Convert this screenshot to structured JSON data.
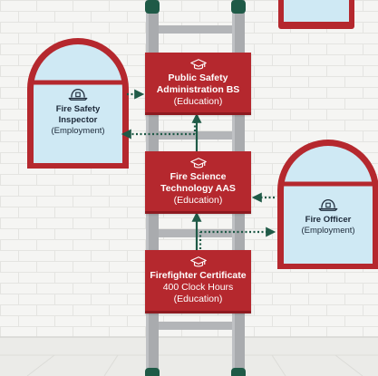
{
  "colors": {
    "wall": "#f5f5f3",
    "brick_line": "#e2e2df",
    "ladder": "#a9abae",
    "ladder_cap": "#1f5a47",
    "box_red": "#b5282e",
    "window_frame": "#b5282e",
    "window_glass": "#cfe9f4",
    "arrow": "#1f5a47",
    "floor": "#ebebe8"
  },
  "education": [
    {
      "title": "Public Safety Administration BS",
      "title_lines": [
        "Public Safety",
        "Administration BS"
      ],
      "sub_lines": [
        "(Education)"
      ],
      "icon": "graduation-cap-icon"
    },
    {
      "title": "Fire Science Technology AAS",
      "title_lines": [
        "Fire Science",
        "Technology AAS"
      ],
      "sub_lines": [
        "(Education)"
      ],
      "icon": "graduation-cap-icon"
    },
    {
      "title": "Firefighter Certificate",
      "title_lines": [
        "Firefighter Certificate"
      ],
      "sub_lines": [
        "400 Clock Hours",
        "(Education)"
      ],
      "icon": "graduation-cap-icon"
    }
  ],
  "employment": [
    {
      "title_lines": [
        "Fire Safety",
        "Inspector"
      ],
      "sub_lines": [
        "(Employment)"
      ],
      "icon": "firefighter-helmet-icon"
    },
    {
      "title_lines": [
        "Fire Officer"
      ],
      "sub_lines": [
        "(Employment)"
      ],
      "icon": "firefighter-helmet-icon"
    }
  ],
  "connections": [
    {
      "from": "Firefighter Certificate",
      "to": "Fire Science Technology AAS",
      "style": "solid"
    },
    {
      "from": "Fire Science Technology AAS",
      "to": "Public Safety Administration BS",
      "style": "solid"
    },
    {
      "from": "Fire Safety Inspector",
      "to": "Public Safety Administration BS",
      "style": "dotted"
    },
    {
      "from": "Public Safety Administration BS",
      "to": "Fire Safety Inspector",
      "style": "dotted"
    },
    {
      "from": "Fire Officer",
      "to": "Fire Science Technology AAS",
      "style": "dotted"
    },
    {
      "from": "Firefighter Certificate",
      "to": "Fire Officer",
      "style": "dotted"
    }
  ]
}
